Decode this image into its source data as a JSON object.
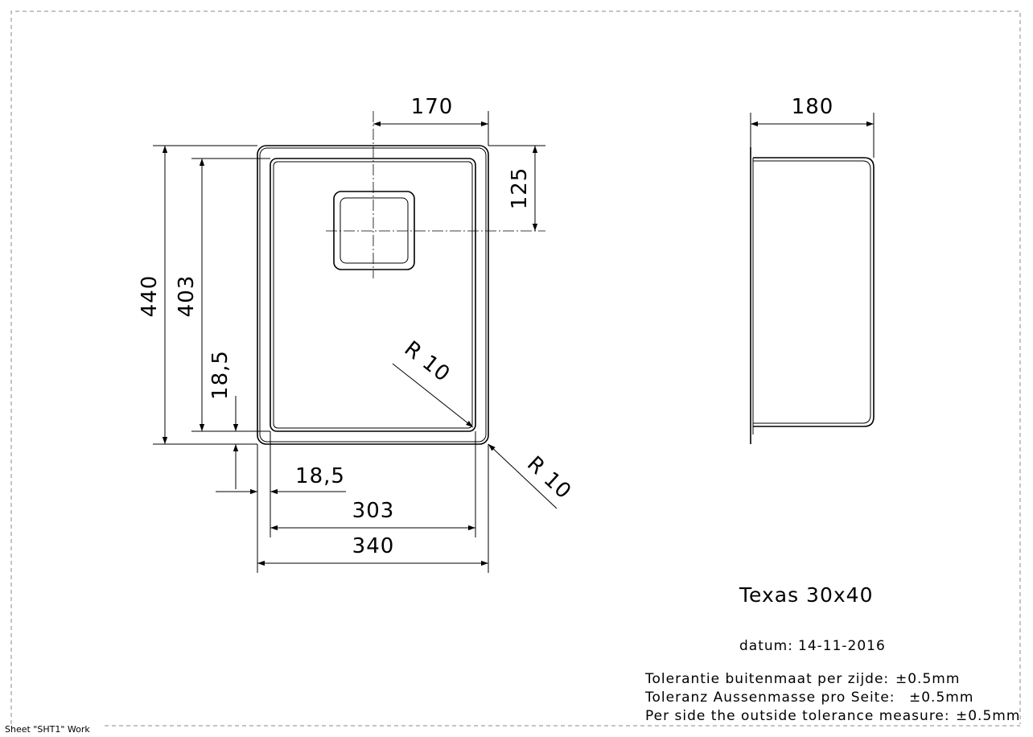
{
  "dimensions": {
    "drain_offset_x": "170",
    "drain_offset_y": "125",
    "outer_length": "440",
    "inner_length": "403",
    "flange_side": "18,5",
    "flange_bottom": "18,5",
    "inner_width": "303",
    "outer_width": "340",
    "inner_radius": "R 10",
    "outer_radius": "R 10",
    "depth": "180"
  },
  "product": {
    "name": "Texas 30x40",
    "date_label": "datum:",
    "date": "14-11-2016"
  },
  "tolerance": {
    "nl": "Tolerantie buitenmaat per zijde:",
    "de": "Toleranz Aussenmasse pro Seite:",
    "en": "Per side the outside tolerance measure:",
    "value": "±0.5mm"
  },
  "sheet_label": "Sheet \"SHT1\" Work"
}
